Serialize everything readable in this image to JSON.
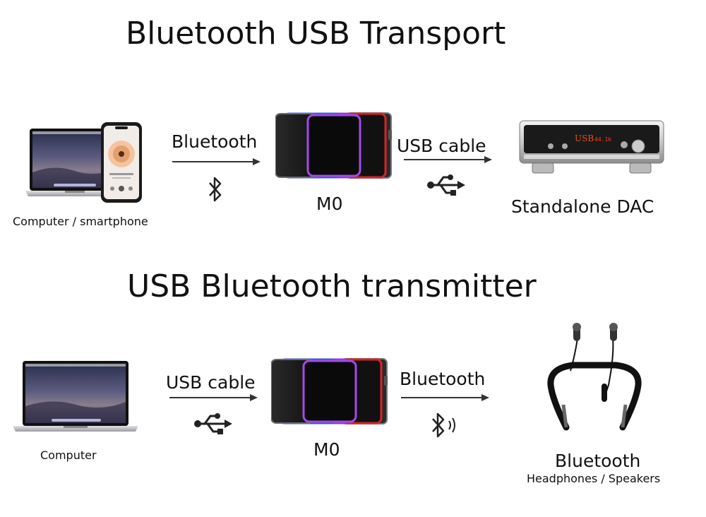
{
  "section1": {
    "title": "Bluetooth USB Transport",
    "source_label": "Computer / smartphone",
    "link1_label": "Bluetooth",
    "device_label": "M0",
    "link2_label": "USB cable",
    "target_label": "Standalone DAC"
  },
  "section2": {
    "title": "USB Bluetooth transmitter",
    "source_label": "Computer",
    "link1_label": "USB cable",
    "device_label": "M0",
    "link2_label": "Bluetooth",
    "target_label": "Bluetooth",
    "target_sublabel": "Headphones / Speakers"
  },
  "dac_display": {
    "logo": "USB",
    "readout": "44.1k"
  },
  "icons": {
    "computer": "laptop-icon",
    "phone": "smartphone-icon",
    "player": "m0-player-icon",
    "dac": "dac-icon",
    "headphones": "neckband-headphones-icon",
    "bluetooth": "bluetooth-icon",
    "usb": "usb-icon",
    "arrow": "arrow-right-icon"
  },
  "colors": {
    "player_blue": "#3a55d6",
    "player_purple": "#8a3ad6",
    "player_red": "#d8242a",
    "dac_logo": "#e0531c",
    "dac_readout": "#ff3a1a"
  }
}
